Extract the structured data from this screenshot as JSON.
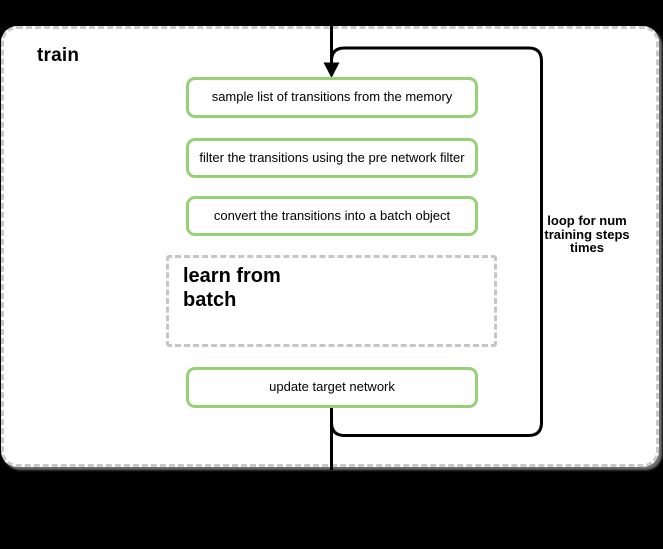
{
  "diagram": {
    "container": {
      "title": "train"
    },
    "steps": [
      {
        "label": "sample list of transitions from the memory"
      },
      {
        "label": "filter the transitions using the pre network filter"
      },
      {
        "label": "convert the transitions into a batch object"
      },
      {
        "label": "update target network"
      }
    ],
    "learn_group": {
      "line1": "learn from",
      "line2": "batch"
    },
    "loop_annotation": {
      "line1": "loop for num",
      "line2": "training steps",
      "line3": "times"
    },
    "colors": {
      "background": "#000000",
      "surface": "#ffffff",
      "step_border": "#97d077",
      "connector": "#000000",
      "container_border": "#c9c9c9",
      "group_border": "#c6c6c6"
    }
  }
}
